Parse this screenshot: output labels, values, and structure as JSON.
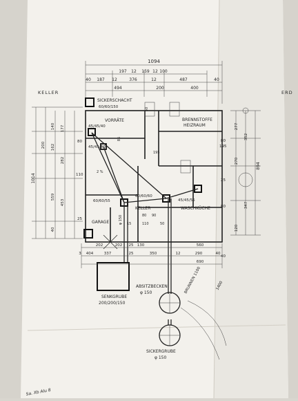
{
  "dims_top": {
    "overall": "1094",
    "row1": [
      "197",
      "12",
      "159",
      "12",
      "100"
    ],
    "row2": [
      "40",
      "187",
      "12",
      "376",
      "12",
      "487",
      "40"
    ],
    "row3": [
      "494",
      "200",
      "400"
    ]
  },
  "labels": {
    "keller_left": "KELLER",
    "erd": "ERD",
    "sickerschacht": "SICKERSCHACHT",
    "sickerschacht_size": "60/60/150",
    "vorrate": "VORRÄTE",
    "brennstoffe": "BRENNSTOFFE",
    "heizraum": "HEIZRAUM",
    "shaft1": "45/45/40",
    "shaft2": "45/45/40",
    "shaft3": "60/60/55",
    "shaft4": "60/60/60",
    "shaft5": "45/45/55",
    "keller": "KELLER",
    "waschkuche": "WASCHKÜCHE",
    "garage": "GARAGE",
    "absitzbecken": "ABSITZBECKEN",
    "absitz_dia": "φ 150",
    "senkgrube": "SENKGRUBE",
    "senkgrube_size": "200/200/150",
    "brunnen": "BRUNNEN 1100",
    "sickergrube": "SICKERGRUBE",
    "sicker_dia": "φ 150",
    "d1400": "1400"
  },
  "dims_left": {
    "overall": "1014",
    "a": [
      "177",
      "140",
      "200",
      "162",
      "282",
      "559",
      "453",
      "40"
    ],
    "b": [
      "80",
      "110",
      "25"
    ]
  },
  "dims_right": {
    "overall": "894",
    "a": [
      "277",
      "352",
      "270",
      "347",
      "120"
    ],
    "b": [
      "80",
      "195",
      "25",
      "80",
      "40"
    ]
  },
  "dims_bottom": {
    "row1": [
      "202",
      "202",
      "25",
      "130",
      "560"
    ],
    "row2": [
      "3",
      "404",
      "337",
      "25",
      "350",
      "12",
      "290",
      "40"
    ],
    "row3": [
      "690"
    ]
  },
  "inner_dims": [
    "110",
    "15",
    "80",
    "90",
    "50",
    "195",
    "85",
    "50",
    "2 %",
    "φ 150"
  ],
  "handwriting": "Sa. Xb Alu 8"
}
